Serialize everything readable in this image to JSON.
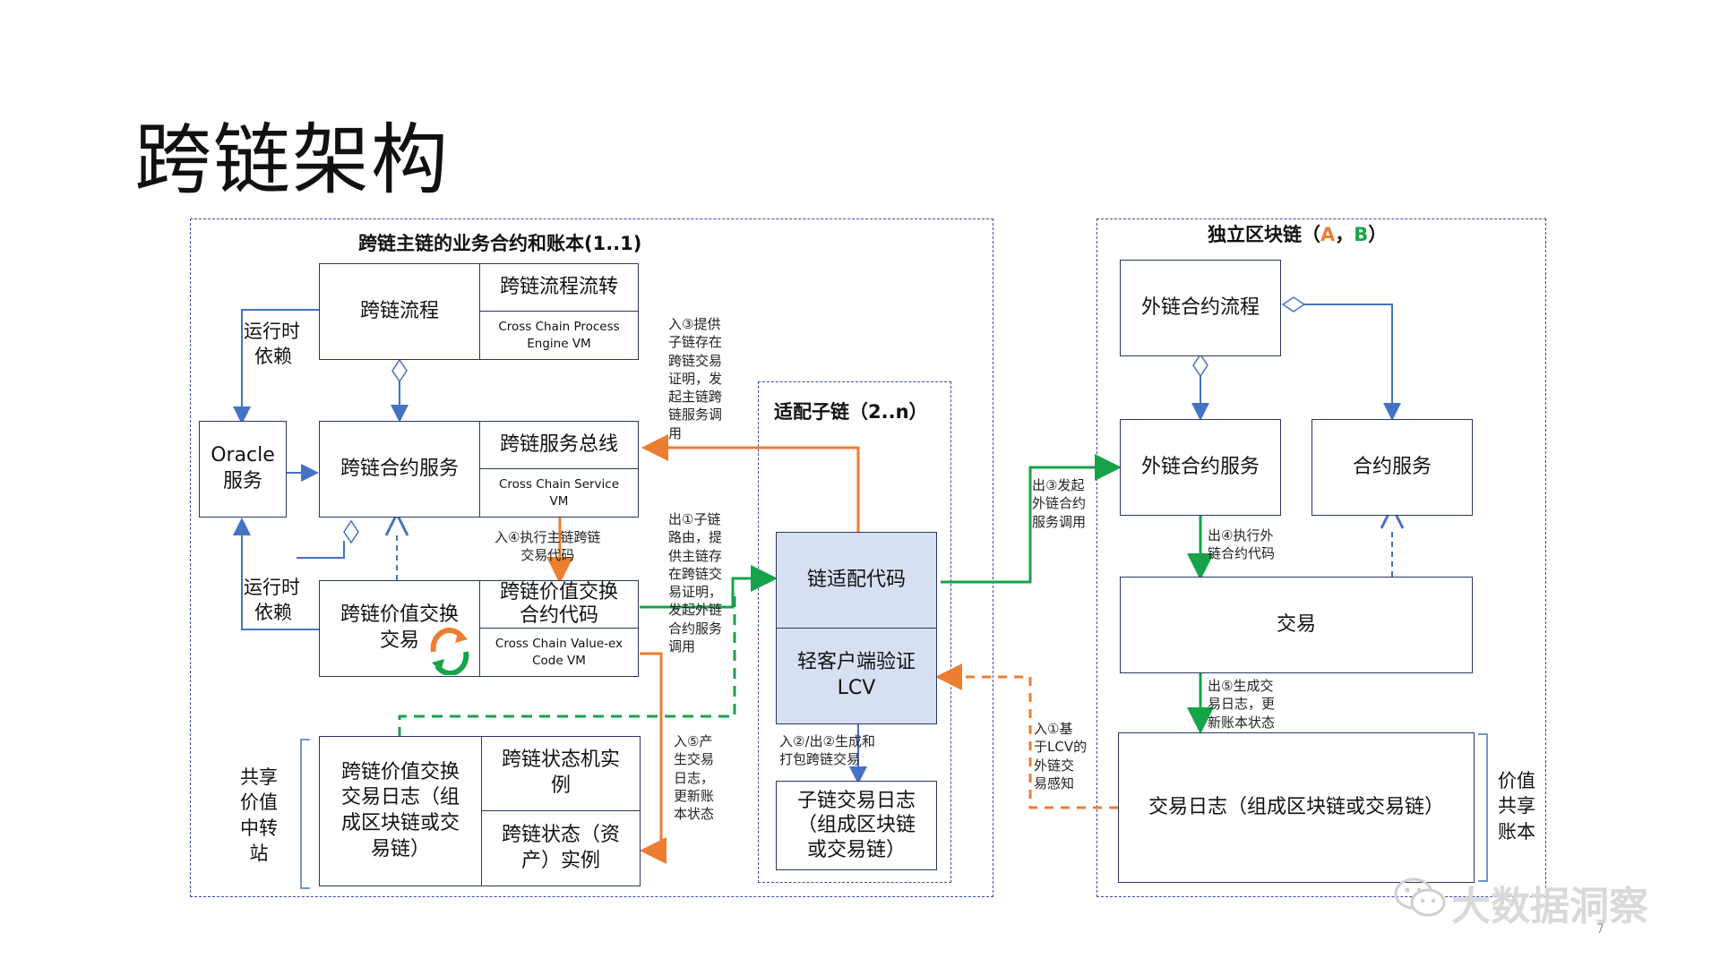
{
  "title": "跨链架构",
  "main_region": {
    "title": "跨链主链的业务合约和账本(1..1)"
  },
  "adapter_region": {
    "title": "适配子链（2..n）"
  },
  "independent_region": {
    "title_prefix": "独立区块链（",
    "title_a": "A",
    "title_sep": "，",
    "title_b": "B",
    "title_suffix": "）"
  },
  "boxes": {
    "process": "跨链流程",
    "process_flow": "跨链流程流转",
    "process_vm_1": "Cross Chain Process",
    "process_vm_2": "Engine VM",
    "oracle_1": "Oracle",
    "oracle_2": "服务",
    "contract_service": "跨链合约服务",
    "service_bus": "跨链服务总线",
    "service_vm_1": "Cross Chain Service",
    "service_vm_2": "VM",
    "value_exchange_1": "跨链价值交换",
    "value_exchange_2": "交易",
    "value_code_1": "跨链价值交换",
    "value_code_2": "合约代码",
    "value_vm_1": "Cross Chain Value-ex",
    "value_vm_2": "Code VM",
    "value_log_1": "跨链价值交换",
    "value_log_2": "交易日志（组",
    "value_log_3": "成区块链或交",
    "value_log_4": "易链）",
    "state_machine_1": "跨链状态机实",
    "state_machine_2": "例",
    "state_asset_1": "跨链状态（资",
    "state_asset_2": "产）实例",
    "adapter_code": "链适配代码",
    "lcv_1": "轻客户端验证",
    "lcv_2": "LCV",
    "subchain_log_1": "子链交易日志",
    "subchain_log_2": "（组成区块链",
    "subchain_log_3": "或交易链）",
    "ext_flow": "外链合约流程",
    "ext_service": "外链合约服务",
    "contract_svc": "合约服务",
    "tx": "交易",
    "tx_log": "交易日志（组成区块链或交易链）"
  },
  "labels": {
    "runtime_dep_1a": "运行时",
    "runtime_dep_1b": "依赖",
    "runtime_dep_2a": "运行时",
    "runtime_dep_2b": "依赖",
    "shared_1": "共享",
    "shared_2": "价值",
    "shared_3": "中转",
    "shared_4": "站",
    "ledger_1": "价值",
    "ledger_2": "共享",
    "ledger_3": "账本"
  },
  "notes": {
    "in3": [
      "入③提供",
      "子链存在",
      "跨链交易",
      "证明，发",
      "起主链跨",
      "链服务调",
      "用"
    ],
    "in4": [
      "入④执行主链跨链",
      "交易代码"
    ],
    "out1": [
      "出①子链",
      "路由，提",
      "供主链存",
      "在跨链交",
      "易证明，",
      "发起外链",
      "合约服务",
      "调用"
    ],
    "in5": [
      "入⑤产",
      "生交易",
      "日志，",
      "更新账",
      "本状态"
    ],
    "in2out2": [
      "入②/出②生成和",
      "打包跨链交易"
    ],
    "out3": [
      "出③发起",
      "外链合约",
      "服务调用"
    ],
    "out4": [
      "出④执行外",
      "链合约代码"
    ],
    "out5": [
      "出⑤生成交",
      "易日志，更",
      "新账本状态"
    ],
    "in1": [
      "入①基",
      "于LCV的",
      "外链交",
      "易感知"
    ]
  },
  "watermark": "大数据洞察",
  "page_number": "7",
  "colors": {
    "orange": "#ed7d31",
    "green": "#16a34a",
    "blue": "#4472c4",
    "region_border": "#3a4aa8",
    "adapter_fill": "#d6e0f2"
  }
}
